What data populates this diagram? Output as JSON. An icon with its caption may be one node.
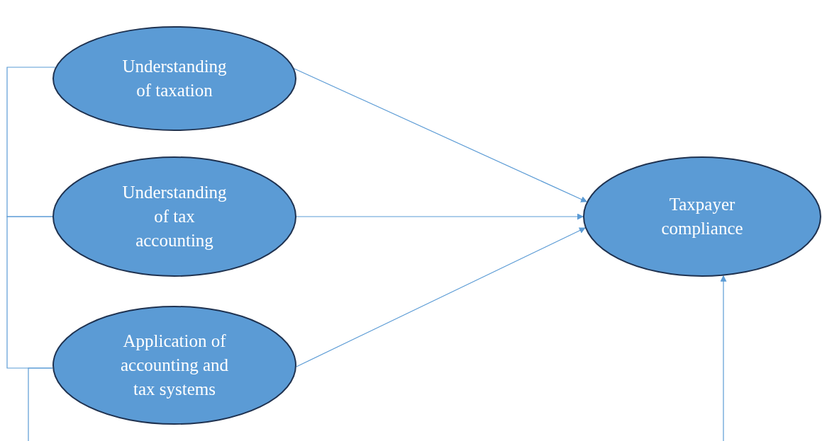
{
  "diagram": {
    "nodes": [
      {
        "text": [
          "Understanding of taxation"
        ]
      },
      {
        "text": [
          "Understanding of tax accounting"
        ]
      },
      {
        "text": [
          "Application of accounting and tax systems"
        ]
      },
      {
        "text": [
          "Taxpayer compliance"
        ]
      }
    ],
    "edges": [
      {
        "from": 0,
        "to": 3,
        "arrow": "to"
      },
      {
        "from": 1,
        "to": 3,
        "arrow": "to"
      },
      {
        "from": 2,
        "to": 3,
        "arrow": "to"
      },
      {
        "from": 0,
        "to": 1,
        "arrow": "none"
      },
      {
        "from": 1,
        "to": 2,
        "arrow": "none"
      },
      {
        "from": 2,
        "to": null,
        "arrow": "none"
      },
      {
        "from": null,
        "to": 3,
        "arrow": "to"
      }
    ]
  }
}
